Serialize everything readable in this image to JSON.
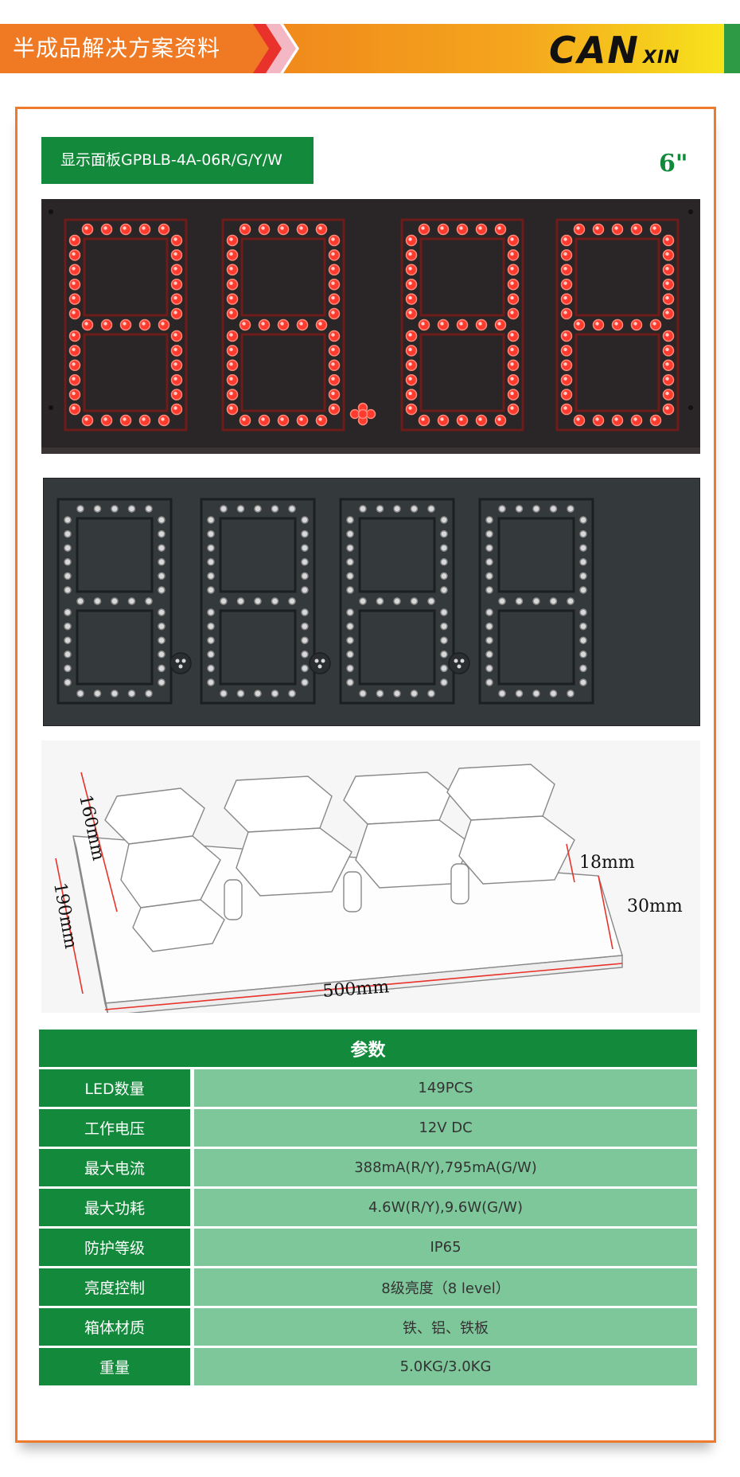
{
  "header": {
    "title": "半成品解决方案资料",
    "logo_main": "CAN",
    "logo_sub": "XIN"
  },
  "product": {
    "model_label": "显示面板GPBLB-4A-06R/G/Y/W",
    "size_label": "6\""
  },
  "diagram": {
    "height_label": "160mm",
    "depth_label": "190mm",
    "width_label": "500mm",
    "segment_depth_label": "18mm",
    "base_depth_label": "30mm"
  },
  "specs": {
    "header": "参数",
    "rows": [
      {
        "label": "LED数量",
        "value": "149PCS"
      },
      {
        "label": "工作电压",
        "value": "12V  DC"
      },
      {
        "label": "最大电流",
        "value": "388mA(R/Y),795mA(G/W)"
      },
      {
        "label": "最大功耗",
        "value": "4.6W(R/Y),9.6W(G/W)"
      },
      {
        "label": "防护等级",
        "value": "IP65"
      },
      {
        "label": "亮度控制",
        "value": "8级亮度（8 level）"
      },
      {
        "label": "箱体材质",
        "value": "铁、铝、铁板"
      },
      {
        "label": "重量",
        "value": "5.0KG/3.0KG"
      }
    ]
  },
  "colors": {
    "brand_orange": "#ee7b2c",
    "brand_green": "#138a3b",
    "table_value_green": "#7dc79a",
    "led_red": "#ff3b2f"
  }
}
